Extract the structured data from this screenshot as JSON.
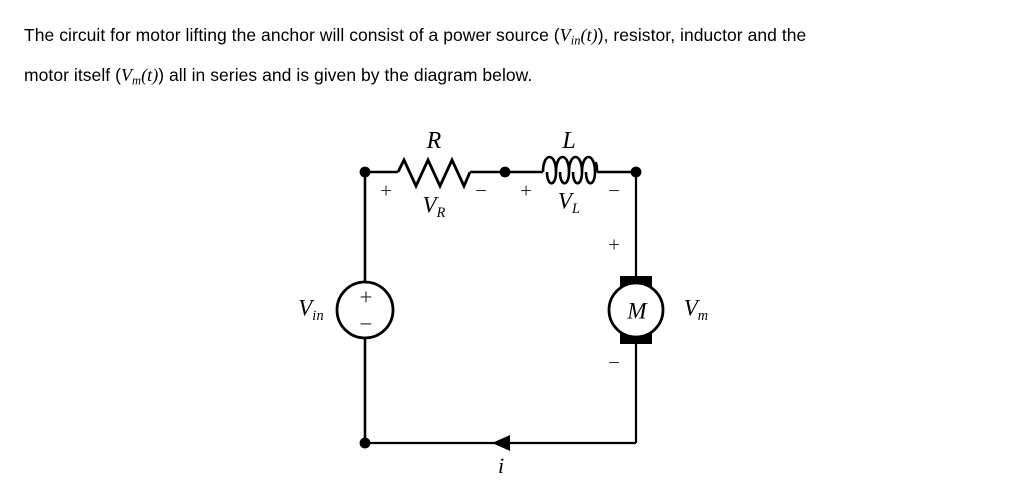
{
  "paragraph": {
    "line1_part1": "The circuit for motor lifting the anchor will consist of a power source (",
    "line1_var": "V",
    "line1_sub": "in",
    "line1_arg": "(t)",
    "line1_part2": "), resistor, inductor and the",
    "line2_part1": "motor itself (",
    "line2_var": "V",
    "line2_sub": "m",
    "line2_arg": "(t)",
    "line2_part2": ") all in series and is given by the diagram below."
  },
  "circuit": {
    "labels": {
      "resistor_name": "R",
      "resistor_voltage": "V",
      "resistor_voltage_sub": "R",
      "inductor_name": "L",
      "inductor_voltage": "V",
      "inductor_voltage_sub": "L",
      "source_name": "V",
      "source_name_sub": "in",
      "motor_symbol": "M",
      "motor_voltage": "V",
      "motor_voltage_sub": "m",
      "current": "i"
    },
    "polarity": {
      "resistor_plus": "+",
      "resistor_minus": "−",
      "inductor_plus": "+",
      "inductor_minus": "−",
      "motor_plus": "+",
      "motor_minus": "−",
      "source_plus": "+",
      "source_minus": "−"
    },
    "colors": {
      "wire": "#000000",
      "background": "#ffffff",
      "brush": "#000000",
      "sign": "#2a2a2a"
    }
  }
}
